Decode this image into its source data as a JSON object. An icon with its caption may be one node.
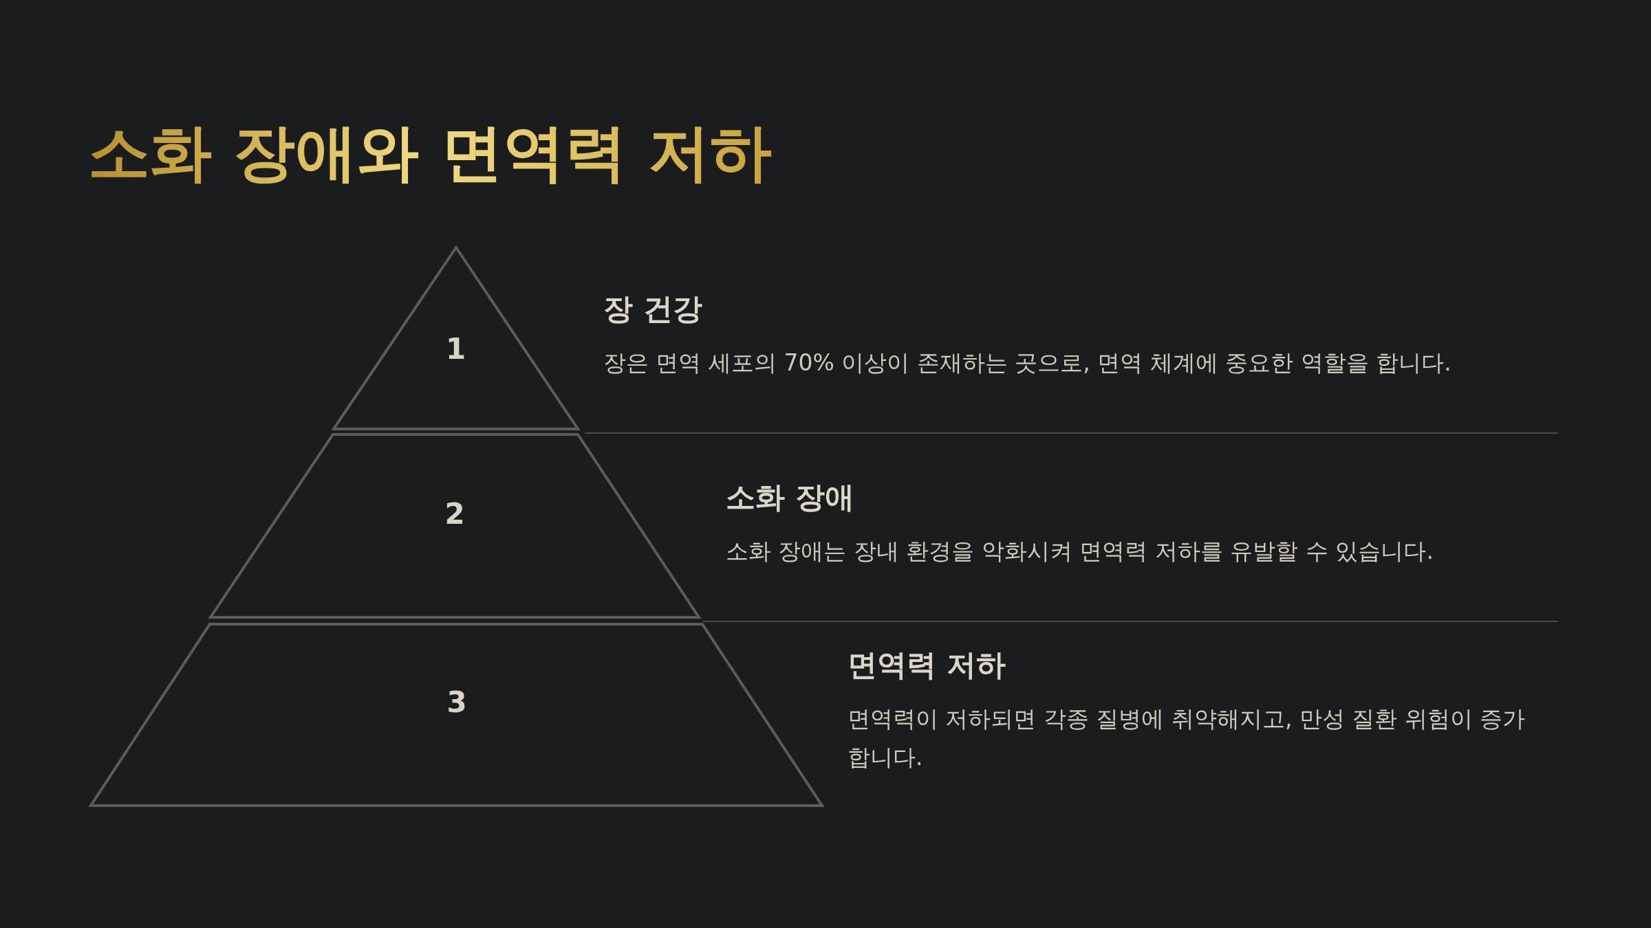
{
  "diagram": {
    "title": "소화 장애와 면역력 저하",
    "nodes": [
      {
        "text": [
          "1"
        ],
        "beside": [
          "장 건강",
          "장은 면역 세포의 70% 이상이 존재하는 곳으로, 면역 체계에 중요한 역할을 합니다."
        ]
      },
      {
        "text": [
          "2"
        ],
        "beside": [
          "소화 장애",
          "소화 장애는 장내 환경을 악화시켜 면역력 저하를 유발할 수 있습니다."
        ]
      },
      {
        "text": [
          "3"
        ],
        "beside": [
          "면역력 저하",
          "면역력이 저하되면 각종 질병에 취약해지고, 만성 질환 위험이 증가합니다."
        ]
      }
    ],
    "edges": []
  }
}
